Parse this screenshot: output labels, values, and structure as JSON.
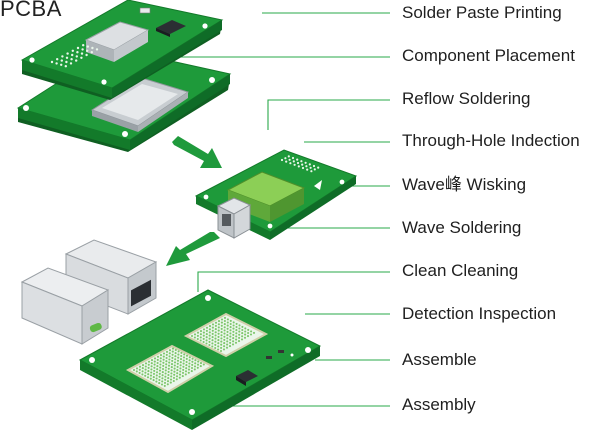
{
  "title": "PCBA",
  "steps": [
    {
      "label": "Solder Paste Printing"
    },
    {
      "label": "Component Placement"
    },
    {
      "label": "Reflow Soldering"
    },
    {
      "label": "Through-Hole Indection"
    },
    {
      "label": "Wave峰 Wisking"
    },
    {
      "label": "Wave Soldering"
    },
    {
      "label": "Clean Cleaning"
    },
    {
      "label": "Detection Inspection"
    },
    {
      "label": "Assemble"
    },
    {
      "label": "Assembly"
    }
  ],
  "colors": {
    "pcb_green": "#1e9a3a",
    "pcb_dark": "#137a2a",
    "pcb_edge": "#0f5f22",
    "leader_line": "#2aa84a",
    "arrow": "#1f9a3c",
    "chip_gray": "#d7dadd",
    "chip_dark": "#2b2f33"
  }
}
